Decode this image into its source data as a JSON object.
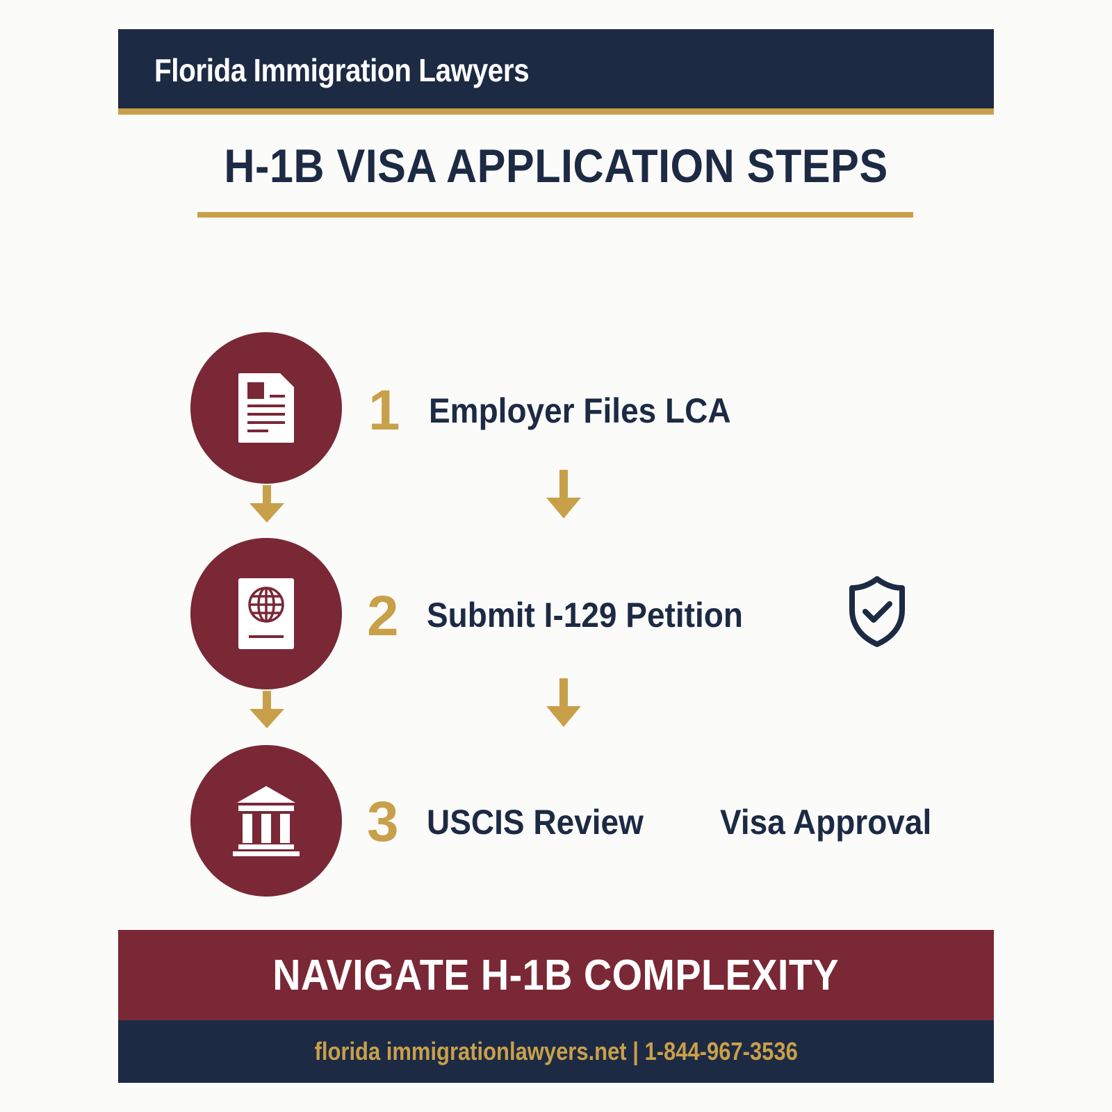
{
  "header": {
    "brand": "Florida Immigration Lawyers"
  },
  "title": "H-1B VISA APPLICATION STEPS",
  "steps": [
    {
      "number": "1",
      "label": "Employer Files LCA",
      "icon": "document-icon"
    },
    {
      "number": "2",
      "label": "Submit I-129 Petition",
      "icon": "passport-icon",
      "side_icon": "shield-check-icon"
    },
    {
      "number": "3",
      "label": "USCIS Review",
      "icon": "courthouse-icon",
      "extra_label": "Visa Approval"
    }
  ],
  "cta": {
    "text": "NAVIGATE H-1B COMPLEXITY"
  },
  "footer": {
    "contact": "florida immigrationlawyers.net | 1-844-967-3536"
  },
  "colors": {
    "navy": "#1d2a44",
    "gold": "#c9a04a",
    "maroon": "#7a2836",
    "background": "#fbfbfa"
  }
}
